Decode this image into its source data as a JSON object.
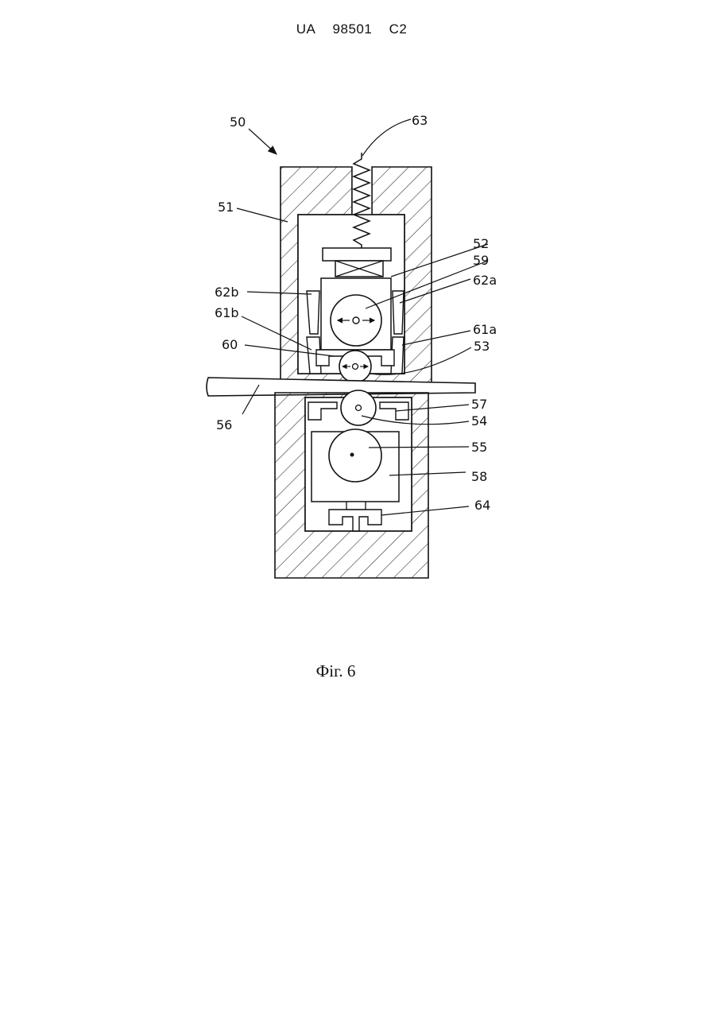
{
  "header": {
    "country": "UA",
    "number": "98501",
    "kind": "C2"
  },
  "figure": {
    "caption": "Фіг. 6",
    "labels": {
      "l50": "50",
      "l63": "63",
      "l51": "51",
      "l52": "52",
      "l59": "59",
      "l62b": "62b",
      "l62a": "62a",
      "l61b": "61b",
      "l61a": "61a",
      "l60": "60",
      "l53": "53",
      "l57": "57",
      "l54": "54",
      "l56": "56",
      "l55": "55",
      "l58": "58",
      "l64": "64"
    }
  }
}
